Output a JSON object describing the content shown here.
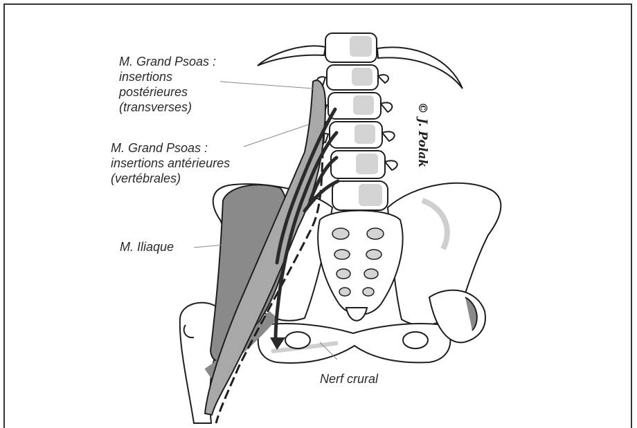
{
  "labels": {
    "psoas_posterior": "M. Grand Psoas :\ninsertions\npostérieures\n(transverses)",
    "psoas_anterior": "M. Grand Psoas :\ninsertions antérieures\n(vertébrales)",
    "iliacus": "M. Iliaque",
    "femoral_nerve": "Nerf crural"
  },
  "copyright": "© J. Polak",
  "colors": {
    "bone_outline": "#1e1e1e",
    "bone_shade": "#d4d4d4",
    "muscle_iliacus": "#8a8a8a",
    "muscle_psoas": "#a8a8a8",
    "nerve": "#2a2a2a"
  }
}
